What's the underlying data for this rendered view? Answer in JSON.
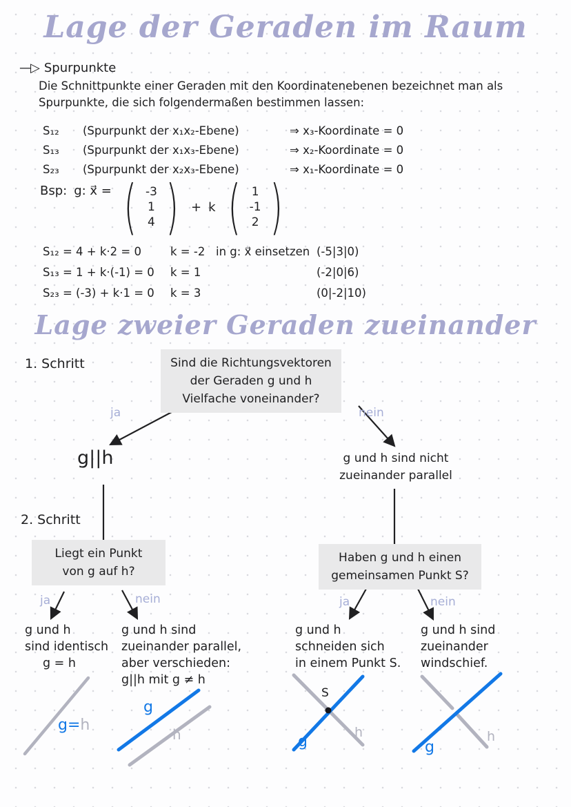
{
  "title1": "Lage der Geraden im Raum",
  "title2": "Lage zweier Geraden zueinander",
  "spurpunkte": {
    "arrow": "—▷",
    "heading": "Spurpunkte",
    "definition_line1": "Die Schnittpunkte einer Geraden mit den Koordinatenebenen bezeichnet man als",
    "definition_line2": "Spurpunkte, die sich folgendermaßen bestimmen lassen:",
    "rows": [
      {
        "name": "S₁₂",
        "desc": "(Spurpunkt der x₁x₂-Ebene)",
        "implies": "⇒ x₃-Koordinate = 0"
      },
      {
        "name": "S₁₃",
        "desc": "(Spurpunkt der x₁x₃-Ebene)",
        "implies": "⇒ x₂-Koordinate = 0"
      },
      {
        "name": "S₂₃",
        "desc": "(Spurpunkt der x₂x₃-Ebene)",
        "implies": "⇒ x₁-Koordinate = 0"
      }
    ]
  },
  "example": {
    "label": "Bsp:",
    "line_def": "g: x⃗ =",
    "vector_a": [
      "-3",
      "1",
      "4"
    ],
    "plus": "+",
    "param": "k",
    "vector_b": [
      "1",
      "-1",
      "2"
    ],
    "calc_rows": [
      {
        "equation": "S₁₂ = 4 + k·2 = 0",
        "k_value": "k = -2",
        "note": "in g: x⃗ einsetzen",
        "point": "(-5|3|0)"
      },
      {
        "equation": "S₁₃ = 1 + k·(-1) = 0",
        "k_value": "k = 1",
        "note": "",
        "point": "(-2|0|6)"
      },
      {
        "equation": "S₂₃ = (-3) + k·1 = 0",
        "k_value": "k = 3",
        "note": "",
        "point": "(0|-2|10)"
      }
    ]
  },
  "flowchart": {
    "step1": "1. Schritt",
    "step2": "2. Schritt",
    "q1": [
      "Sind die Richtungsvektoren",
      "der Geraden g und h",
      "Vielfache voneinander?"
    ],
    "ja": "ja",
    "nein": "nein",
    "parallel": "g||h",
    "not_parallel": [
      "g und h sind nicht",
      "zueinander parallel"
    ],
    "q2_left": [
      "Liegt ein Punkt",
      "von g auf h?"
    ],
    "q2_right": [
      "Haben g und h einen",
      "gemeinsamen Punkt S?"
    ],
    "outcome_identical": [
      "g und h",
      "sind identisch",
      "g = h"
    ],
    "outcome_parallel": [
      "g und h sind",
      "zueinander parallel,",
      "aber verschieden:",
      "g||h mit g ≠ h"
    ],
    "outcome_intersect": [
      "g und h",
      "schneiden sich",
      "in einem Punkt S."
    ],
    "outcome_skew": [
      "g und h sind",
      "zueinander",
      "windschief."
    ]
  },
  "sketches": {
    "identical": {
      "g": "g",
      "eq": "=",
      "h": "h"
    },
    "parallel": {
      "g": "g",
      "h": "h"
    },
    "intersect": {
      "s": "S",
      "g": "g",
      "h": "h"
    },
    "skew": {
      "g": "g",
      "h": "h"
    }
  },
  "colors": {
    "heading_lavender": "#a6a7ce",
    "label_periwinkle": "#a6aed6",
    "line_blue": "#1278e6",
    "line_gray": "#b2b3bf",
    "ink": "#202022",
    "box_bg": "#e9e9ea"
  }
}
